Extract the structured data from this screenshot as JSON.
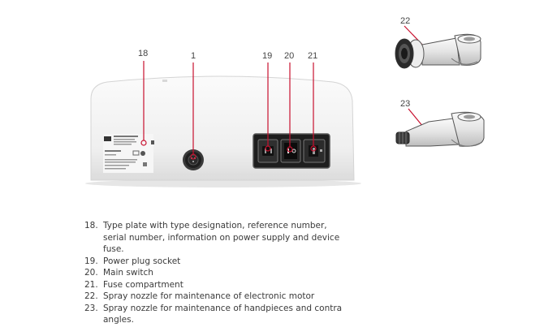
{
  "callouts": {
    "n18": "18",
    "n1": "1",
    "n19": "19",
    "n20": "20",
    "n21": "21",
    "n22": "22",
    "n23": "23"
  },
  "legend": [
    {
      "num": "18.",
      "text": "Type plate with type designation, reference number, serial number, information on power supply and device fuse."
    },
    {
      "num": "19.",
      "text": "Power plug socket"
    },
    {
      "num": "20.",
      "text": "Main switch"
    },
    {
      "num": "21.",
      "text": "Fuse compartment"
    },
    {
      "num": "22.",
      "text": "Spray nozzle for maintenance of electronic motor"
    },
    {
      "num": "23.",
      "text": "Spray nozzle for maintenance of handpieces and contra angles."
    }
  ],
  "colors": {
    "leader": "#c8102e",
    "housing": "#f2f2f2",
    "panel": "#1c1c1c"
  }
}
